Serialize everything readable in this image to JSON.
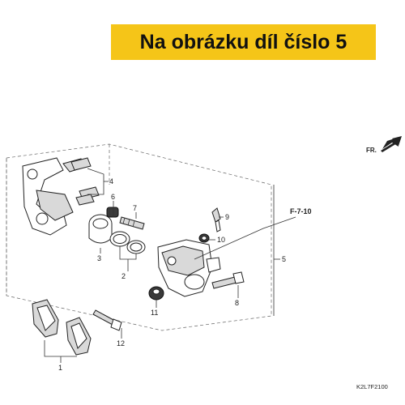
{
  "banner": {
    "text": "Na obrázku díl číslo 5",
    "color": "#f5c518"
  },
  "reference": "F-7-10",
  "front_marker": "FR.",
  "diagram_code": "K2L7F2100",
  "callouts": {
    "c1": "1",
    "c2": "2",
    "c3": "3",
    "c4": "4",
    "c5": "5",
    "c6": "6",
    "c7": "7",
    "c8": "8",
    "c9": "9",
    "c10": "10",
    "c11": "11",
    "c12": "12"
  }
}
